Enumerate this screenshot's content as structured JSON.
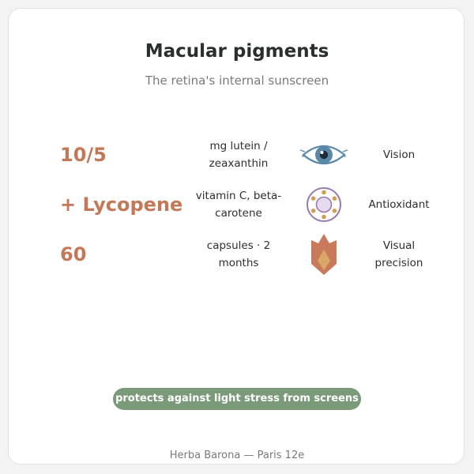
{
  "header": {
    "title": "Macular pigments",
    "subtitle": "The retina's internal sunscreen"
  },
  "rows": [
    {
      "value": "10/5",
      "description": "mg lutein / zeaxanthin",
      "icon": "eye-icon",
      "label": "Vision"
    },
    {
      "value": "+ Lycopene",
      "description": "vitamin C, beta-carotene",
      "icon": "antioxidant-molecule-icon",
      "label": "Antioxidant"
    },
    {
      "value": "60",
      "description": "capsules · 2 months",
      "icon": "flame-icon",
      "label": "Visual precision"
    }
  ],
  "badge": {
    "text": "protects against light stress from screens"
  },
  "footer": {
    "text": "Herba Barona — Paris 12e"
  },
  "colors": {
    "accent": "#c37858",
    "badge": "#7a9a7a",
    "eye_iris": "#5a88a8",
    "antioxidant_ring": "#9a78b0",
    "antioxidant_dots": "#d0a050",
    "flame_outer": "#c97a5a",
    "flame_inner": "#d9a866"
  }
}
